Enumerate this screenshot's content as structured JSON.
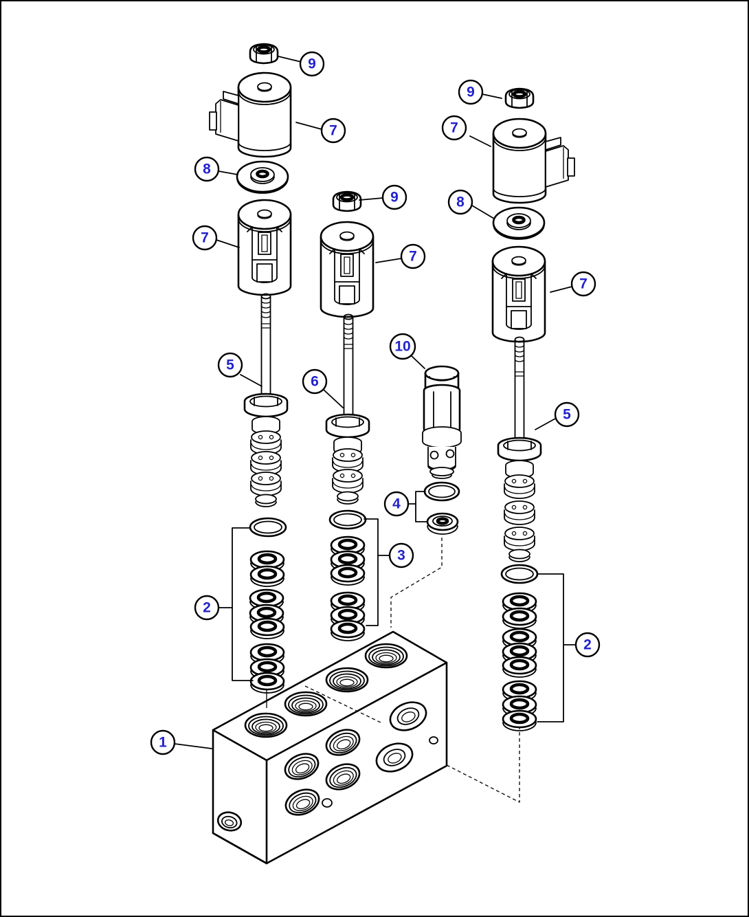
{
  "figure": {
    "kind": "exploded-parts-diagram",
    "subject": "solenoid-valve-manifold-assembly"
  },
  "colors": {
    "line": "#000000",
    "callout": "#2222cc",
    "background": "#ffffff"
  },
  "parts": {
    "1": "manifold-block",
    "2": "seal-kit",
    "3": "seal-kit",
    "4": "plug-seal-kit",
    "5": "valve-stem",
    "6": "valve-stem",
    "7": "solenoid-coil",
    "8": "washer",
    "9": "nut",
    "10": "cartridge-plug"
  },
  "callouts": [
    {
      "label": "9",
      "name": "callout-9-left-nut"
    },
    {
      "label": "7",
      "name": "callout-7-left-upper-coil"
    },
    {
      "label": "8",
      "name": "callout-8-left-washer"
    },
    {
      "label": "7",
      "name": "callout-7-left-lower-coil"
    },
    {
      "label": "9",
      "name": "callout-9-middle-nut"
    },
    {
      "label": "7",
      "name": "callout-7-middle-coil"
    },
    {
      "label": "9",
      "name": "callout-9-right-nut"
    },
    {
      "label": "7",
      "name": "callout-7-right-upper-coil"
    },
    {
      "label": "8",
      "name": "callout-8-right-washer"
    },
    {
      "label": "7",
      "name": "callout-7-right-lower-coil"
    },
    {
      "label": "5",
      "name": "callout-5-left-stem"
    },
    {
      "label": "6",
      "name": "callout-6-middle-stem"
    },
    {
      "label": "10",
      "name": "callout-10-cartridge-plug"
    },
    {
      "label": "5",
      "name": "callout-5-right-stem"
    },
    {
      "label": "4",
      "name": "callout-4-plug-seals"
    },
    {
      "label": "2",
      "name": "callout-2-left-seal-kit"
    },
    {
      "label": "3",
      "name": "callout-3-middle-seal-kit"
    },
    {
      "label": "2",
      "name": "callout-2-right-seal-kit"
    },
    {
      "label": "1",
      "name": "callout-1-manifold-block"
    }
  ]
}
